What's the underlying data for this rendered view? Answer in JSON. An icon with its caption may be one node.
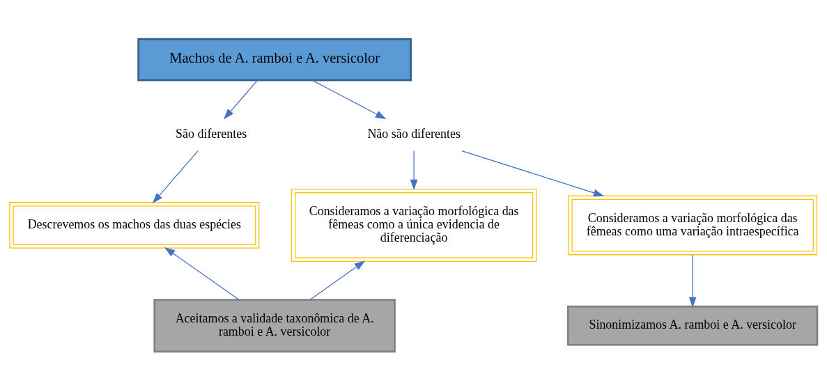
{
  "diagram": {
    "nodes": [
      {
        "text": [
          "Machos de A. ramboi e A. versicolor"
        ]
      },
      {
        "text": [
          "São diferentes"
        ]
      },
      {
        "text": [
          "Não são diferentes"
        ]
      },
      {
        "text": [
          "Descrevemos os machos das duas espécies"
        ]
      },
      {
        "text": [
          "Consideramos a variação morfológica das fêmeas como a única evidencia de diferenciação"
        ]
      },
      {
        "text": [
          "Consideramos a variação morfológica das fêmeas como uma variação intraespecífica"
        ]
      },
      {
        "text": [
          "Aceitamos a validade taxonômica de A. ramboi e A. versicolor"
        ]
      },
      {
        "text": [
          "Sinonimizamos A. ramboi e A. versicolor"
        ]
      }
    ],
    "edges": [
      {
        "from": 0,
        "to": 1,
        "arrow": "to"
      },
      {
        "from": 0,
        "to": 2,
        "arrow": "to"
      },
      {
        "from": 1,
        "to": 3,
        "arrow": "to"
      },
      {
        "from": 2,
        "to": 4,
        "arrow": "to"
      },
      {
        "from": 2,
        "to": 5,
        "arrow": "to"
      },
      {
        "from": 6,
        "to": 3,
        "arrow": "to"
      },
      {
        "from": 6,
        "to": 4,
        "arrow": "to"
      },
      {
        "from": 5,
        "to": 7,
        "arrow": "to"
      }
    ]
  }
}
